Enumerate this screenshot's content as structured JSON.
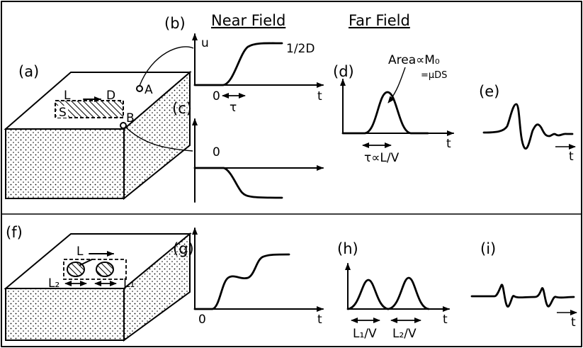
{
  "headers": {
    "near_field": "Near Field",
    "far_field": "Far Field"
  },
  "panel_labels": {
    "a": "(a)",
    "b": "(b)",
    "c": "(c)",
    "d": "(d)",
    "e": "(e)",
    "f": "(f)",
    "g": "(g)",
    "h": "(h)",
    "i": "(i)"
  },
  "block_a": {
    "length": "L",
    "slip": "D",
    "area": "S",
    "point_a": "A",
    "point_b": "B"
  },
  "panel_b": {
    "yaxis": "u",
    "origin": "0",
    "xaxis": "t",
    "tau": "τ",
    "final_level": "1/2D"
  },
  "panel_c": {
    "origin": "0"
  },
  "panel_d": {
    "xaxis": "t",
    "area_line1": "Area∝M₀",
    "area_line2": "=μDS",
    "duration": "τ∝L/V"
  },
  "block_f": {
    "length": "L",
    "left_len": "L₂",
    "right_len": "L₁"
  },
  "panel_g": {
    "origin": "0",
    "xaxis": "t"
  },
  "panel_h": {
    "xaxis": "t",
    "d1": "L₁/V",
    "d2": "L₂/V"
  },
  "panel_e": {
    "xaxis": "t"
  },
  "panel_i": {
    "xaxis": "t"
  }
}
